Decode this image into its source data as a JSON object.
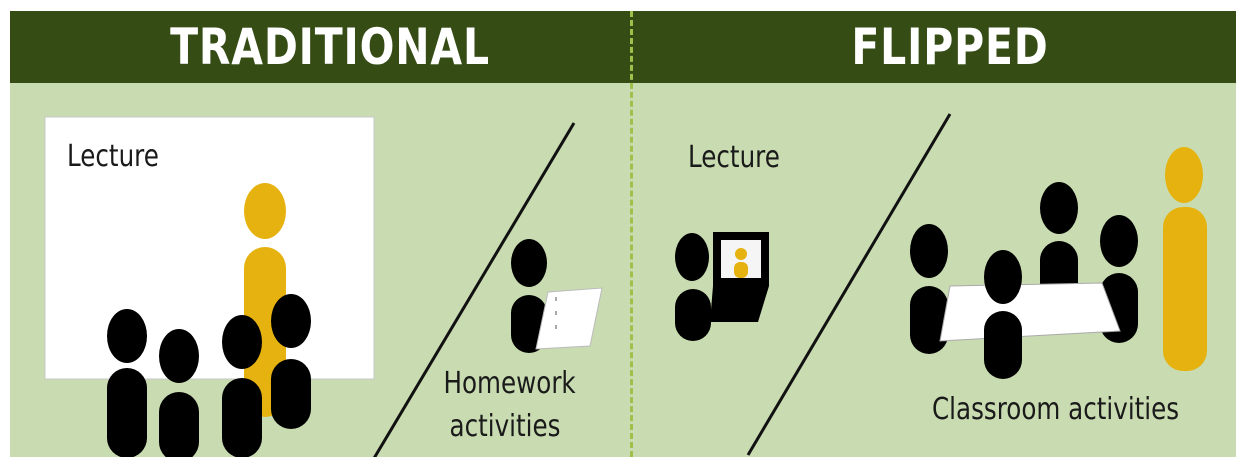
{
  "traditional": {
    "title": "TRADITIONAL",
    "lecture_label": "Lecture",
    "homework_label_line1": "Homework",
    "homework_label_line2": "activities"
  },
  "flipped": {
    "title": "FLIPPED",
    "lecture_label": "Lecture",
    "classroom_label": "Classroom activities"
  },
  "colors": {
    "header": "#364c15",
    "background": "#c9dcb1",
    "divider": "#9fc14b",
    "teacher": "#e6b20f",
    "student": "#000000"
  },
  "icons": [
    "teacher-figure",
    "student-figure",
    "laptop-icon",
    "paper-icon",
    "table-icon"
  ]
}
